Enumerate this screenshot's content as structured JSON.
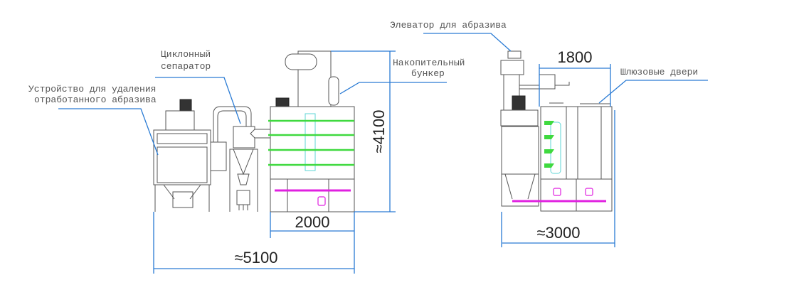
{
  "labels": {
    "dust_remover_line1": "Устройство для удаления",
    "dust_remover_line2": "отработанного абразива",
    "cyclone_line1": "Циклонный",
    "cyclone_line2": "сепаратор",
    "hopper_line1": "Накопительный",
    "hopper_line2": "бункер",
    "elevator": "Элеватор для абразива",
    "airlock_doors": "Шлюзовые двери"
  },
  "dimensions": {
    "height": "≈4100",
    "cabin_width_front": "2000",
    "total_length": "≈5100",
    "cabin_width_side": "1800",
    "total_width_side": "≈3000"
  },
  "colors": {
    "dimension_lines": "#2a7bd4",
    "nozzles": "#3fd93f",
    "screw_conveyor": "#e020e0"
  }
}
